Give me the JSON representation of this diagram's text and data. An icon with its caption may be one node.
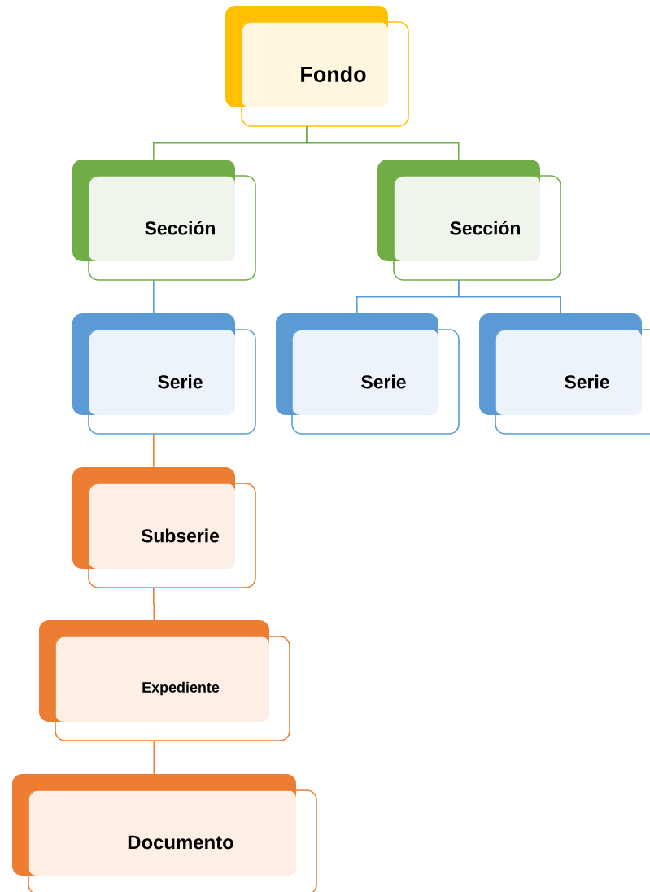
{
  "diagram": {
    "nodes": [
      {
        "text": [
          "Fondo"
        ]
      },
      {
        "text": [
          "Sección"
        ]
      },
      {
        "text": [
          "Sección"
        ]
      },
      {
        "text": [
          "Serie"
        ]
      },
      {
        "text": [
          "Serie"
        ]
      },
      {
        "text": [
          "Serie"
        ]
      },
      {
        "text": [
          "Subserie"
        ]
      },
      {
        "text": [
          "Expediente"
        ]
      },
      {
        "text": [
          "Documento"
        ]
      }
    ],
    "edges": [
      {
        "from": 0,
        "to": 1,
        "arrow": "none",
        "color": "#70ad47"
      },
      {
        "from": 0,
        "to": 2,
        "arrow": "none",
        "color": "#70ad47"
      },
      {
        "from": 1,
        "to": 3,
        "arrow": "none",
        "color": "#5b9bd5"
      },
      {
        "from": 2,
        "to": 4,
        "arrow": "none",
        "color": "#5b9bd5"
      },
      {
        "from": 2,
        "to": 5,
        "arrow": "none",
        "color": "#5b9bd5"
      },
      {
        "from": 3,
        "to": 6,
        "arrow": "none",
        "color": "#ed7d31"
      },
      {
        "from": 6,
        "to": 7,
        "arrow": "none",
        "color": "#ed7d31"
      },
      {
        "from": 7,
        "to": 8,
        "arrow": "none",
        "color": "#ed7d31"
      }
    ]
  }
}
